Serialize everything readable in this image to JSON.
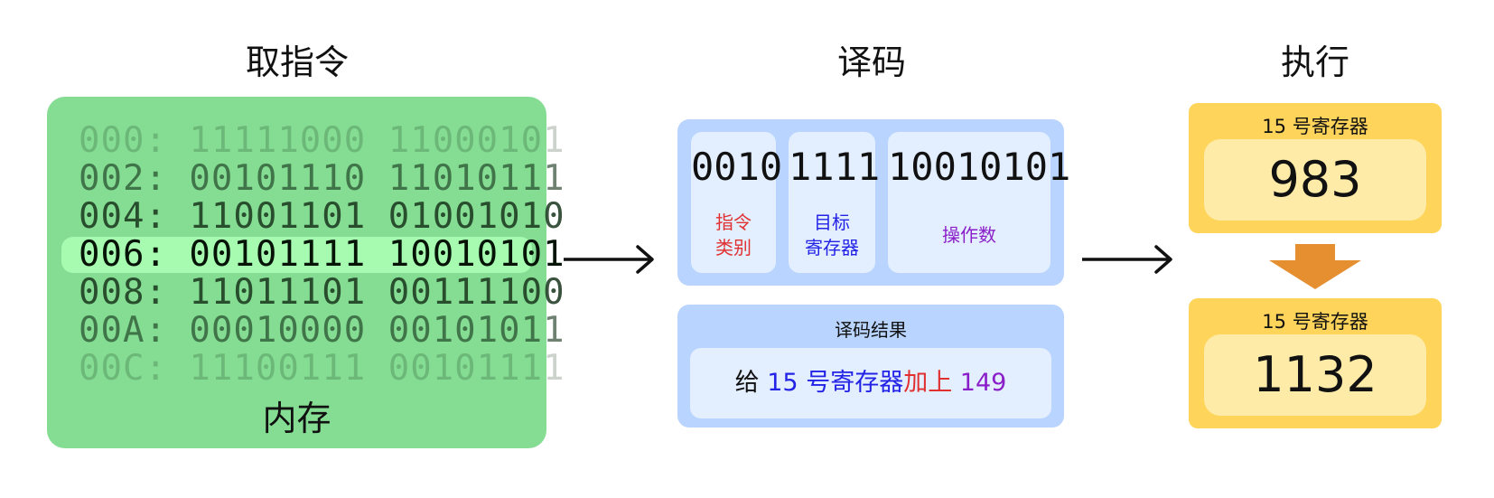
{
  "headings": {
    "fetch": "取指令",
    "decode": "译码",
    "execute": "执行"
  },
  "memory": {
    "label": "内存",
    "rows": [
      {
        "addr": "000:",
        "b1": "11111000",
        "b2": "11000101",
        "emphasis": "faint-2"
      },
      {
        "addr": "002:",
        "b1": "00101110",
        "b2": "11010111",
        "emphasis": "faint-1"
      },
      {
        "addr": "004:",
        "b1": "11001101",
        "b2": "01001010",
        "emphasis": "dim"
      },
      {
        "addr": "006:",
        "b1": "00101111",
        "b2": "10010101",
        "emphasis": "current"
      },
      {
        "addr": "008:",
        "b1": "11011101",
        "b2": "00111100",
        "emphasis": "dim"
      },
      {
        "addr": "00A:",
        "b1": "00010000",
        "b2": "00101011",
        "emphasis": "faint-1"
      },
      {
        "addr": "00C:",
        "b1": "11100111",
        "b2": "00101111",
        "emphasis": "faint-2"
      }
    ]
  },
  "decode": {
    "fields": [
      {
        "bits": "0010",
        "label_line1": "指令",
        "label_line2": "类别",
        "color": "#e03030"
      },
      {
        "bits": "1111",
        "label_line1": "目标",
        "label_line2": "寄存器",
        "color": "#2323e6"
      },
      {
        "bits": "10010101",
        "label_line1": "操作数",
        "label_line2": "",
        "color": "#8a1fc9"
      }
    ],
    "result_title": "译码结果",
    "result": {
      "prefix": "给 ",
      "register": "15 号寄存器",
      "op": "加上",
      "operand": " 149",
      "colors": {
        "register": "#2323e6",
        "op": "#e03030",
        "operand": "#8a1fc9"
      }
    }
  },
  "execute": {
    "before": {
      "label": "15 号寄存器",
      "value": "983"
    },
    "after": {
      "label": "15 号寄存器",
      "value": "1132"
    },
    "arrow_color": "#e68f30"
  },
  "colors": {
    "memory_bg": "#85dd93",
    "memory_highlight": "#a7fbb1",
    "decode_bg": "#b8d4ff",
    "decode_inner": "#e3eeff",
    "register_bg": "#ffd45b",
    "register_inner": "#ffeba8"
  }
}
